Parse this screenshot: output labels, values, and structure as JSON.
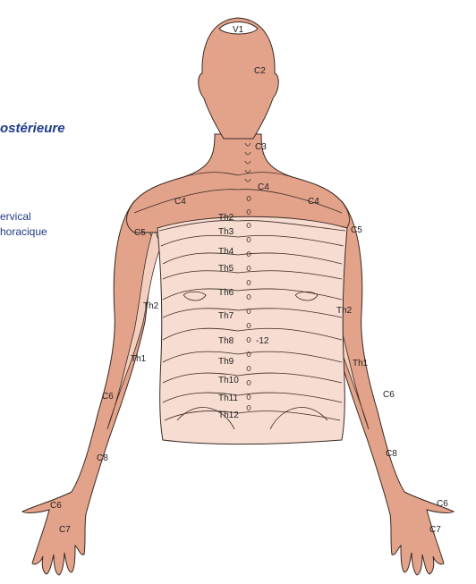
{
  "side_text": {
    "title": "ostérieure",
    "legend": [
      "ervical",
      "horacique"
    ]
  },
  "colors": {
    "skin_dark": "#e3a38a",
    "skin_light": "#f3cfc0",
    "trunk_light": "#f7dcd1",
    "outline": "#3a2a24",
    "accent_text": "#1f3a8a"
  },
  "labels": {
    "v1": "V1",
    "c2": "C2",
    "c3": "C3",
    "c4_center": "C4",
    "c4_left": "C4",
    "c4_right": "C4",
    "c5_left": "C5",
    "c5_right": "C5",
    "th2": "Th2",
    "th3": "Th3",
    "th4": "Th4",
    "th5": "Th5",
    "th6": "Th6",
    "th7": "Th7",
    "th8": "Th8",
    "th9": "Th9",
    "th10": "Th10",
    "th11": "Th11",
    "th12": "Th12",
    "th2_arm_left": "Th2",
    "th2_arm_right": "Th2",
    "th1_left": "Th1",
    "th1_right": "Th1",
    "c6_left": "C6",
    "c6_right": "C6",
    "c8_left": "C8",
    "c8_right": "C8",
    "c6_hand_left": "C6",
    "c6_hand_right": "C6",
    "c7_left": "C7",
    "c7_right": "C7",
    "spine_12": "-12"
  }
}
